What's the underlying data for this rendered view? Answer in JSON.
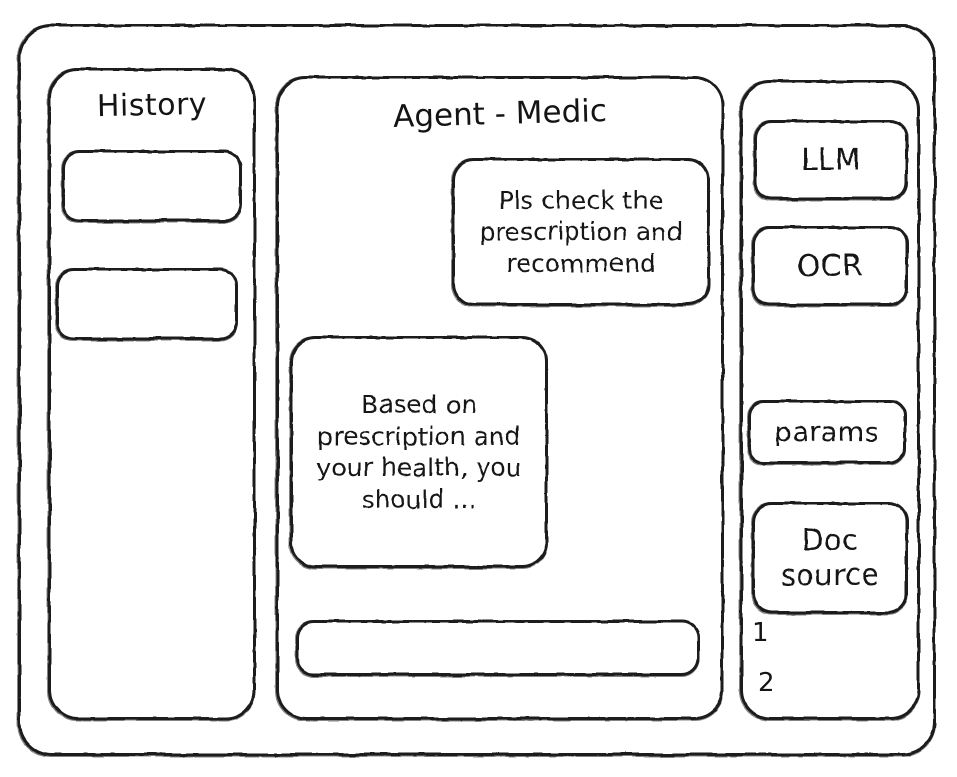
{
  "window": {
    "title": ""
  },
  "sidebar_history": {
    "title": "History",
    "items": [
      {
        "label": ""
      },
      {
        "label": ""
      }
    ]
  },
  "main": {
    "title": "Agent - Medic",
    "messages": [
      {
        "role": "user",
        "text": "Pls check the prescription and recommend"
      },
      {
        "role": "agent",
        "text": "Based on prescription and your health, you should ..."
      }
    ],
    "composer": {
      "value": "",
      "placeholder": ""
    }
  },
  "tools_panel": {
    "buttons": [
      {
        "label": "LLM"
      },
      {
        "label": "OCR"
      },
      {
        "label": "params"
      },
      {
        "label": "Doc source"
      }
    ],
    "doc_source": {
      "line1": "Doc",
      "line2": "source",
      "markers": [
        "1",
        "2"
      ]
    }
  },
  "colors": {
    "ink": "#1b1b1b",
    "paper": "#ffffff"
  }
}
